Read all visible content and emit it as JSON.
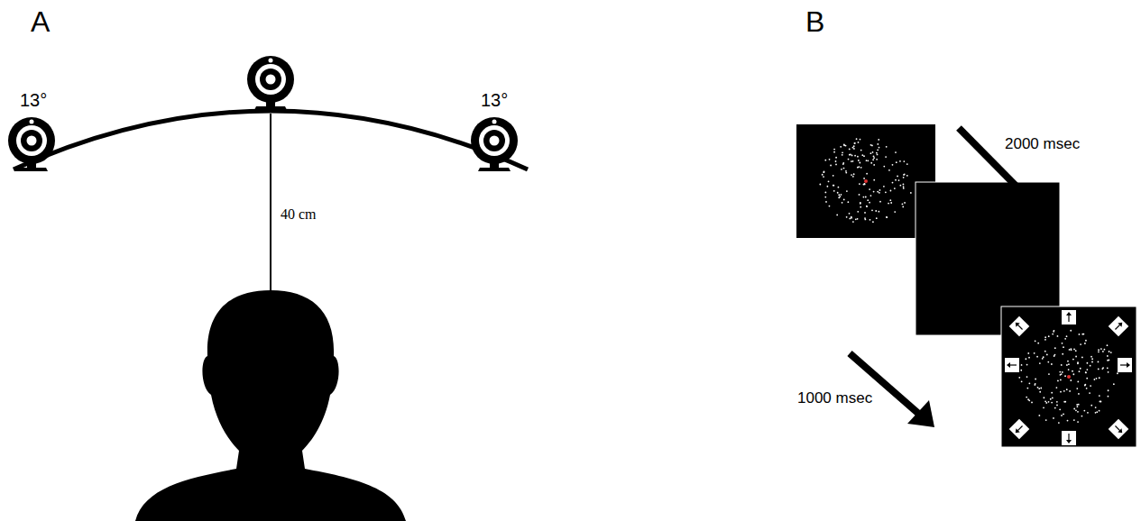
{
  "diagram": {
    "labels": [
      "A",
      "13°",
      "13°",
      "40 cm",
      "B",
      "2000 msec",
      "1000 msec"
    ]
  }
}
